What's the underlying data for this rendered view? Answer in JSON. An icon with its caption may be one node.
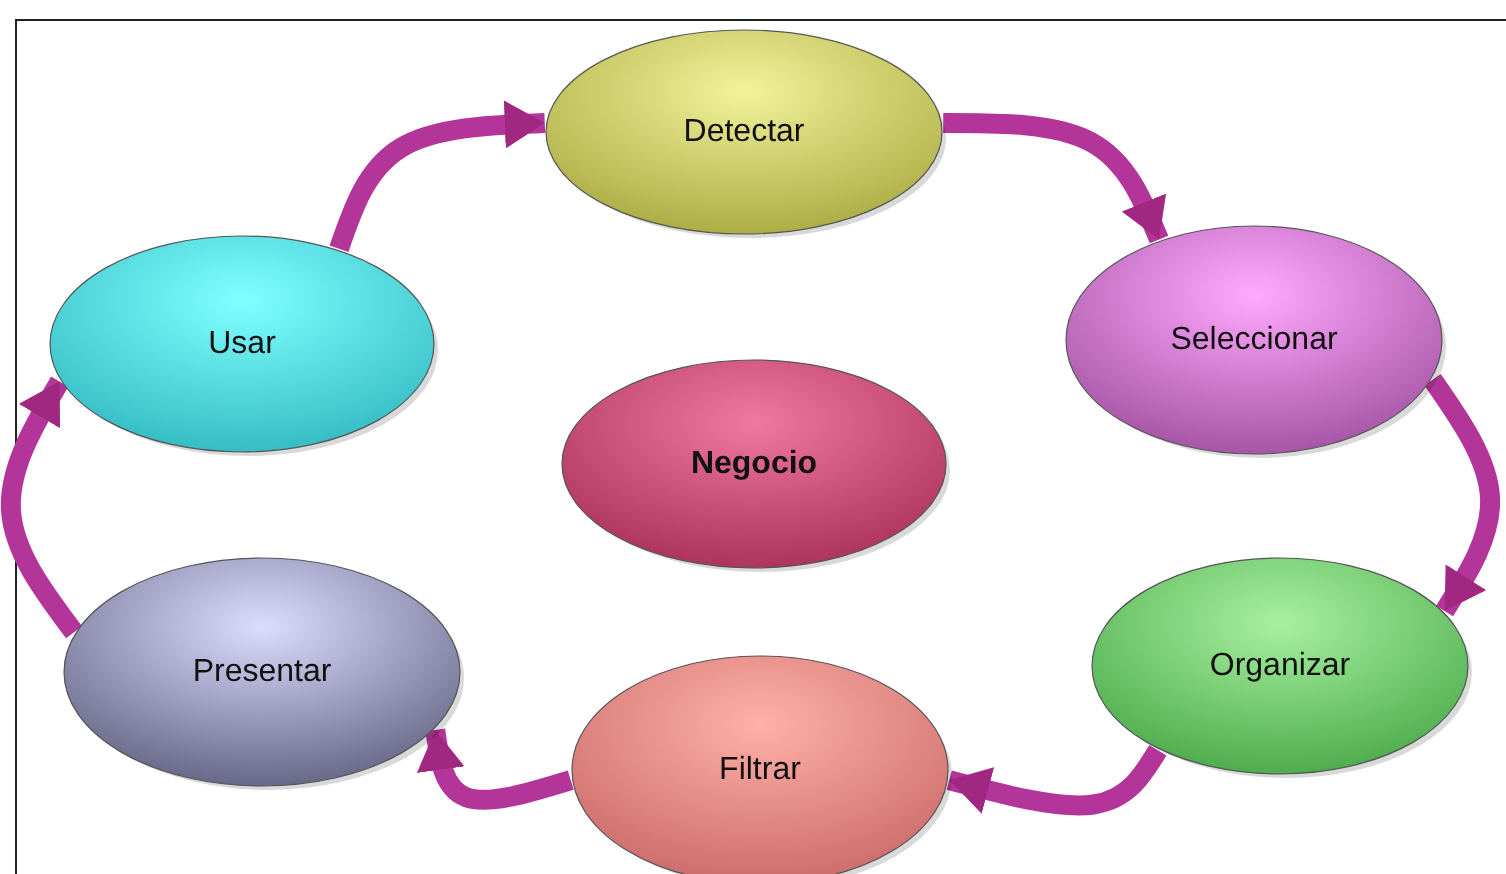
{
  "diagram": {
    "nodes": [
      {
        "text": [
          "Detectar"
        ]
      },
      {
        "text": [
          "Seleccionar"
        ]
      },
      {
        "text": [
          "Organizar"
        ]
      },
      {
        "text": [
          "Filtrar"
        ]
      },
      {
        "text": [
          "Presentar"
        ]
      },
      {
        "text": [
          "Usar"
        ]
      },
      {
        "text": [
          "Negocio"
        ]
      }
    ],
    "edges": [
      {
        "from": 0,
        "to": 1,
        "arrow": "to"
      },
      {
        "from": 1,
        "to": 2,
        "arrow": "to"
      },
      {
        "from": 2,
        "to": 3,
        "arrow": "to"
      },
      {
        "from": 3,
        "to": 4,
        "arrow": "to"
      },
      {
        "from": 4,
        "to": 5,
        "arrow": "to"
      },
      {
        "from": 5,
        "to": 0,
        "arrow": "to"
      }
    ]
  }
}
